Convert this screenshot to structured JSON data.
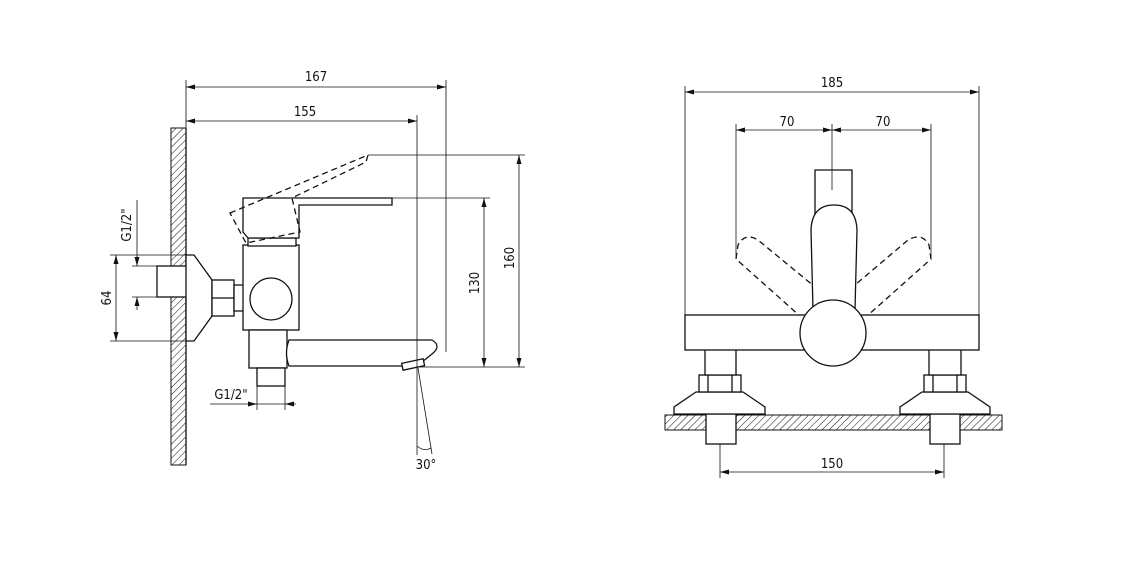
{
  "side_view": {
    "dim_overall_length": "167",
    "dim_spout_length": "155",
    "dim_height_lever_raised": "160",
    "dim_height_lever": "130",
    "dim_inlet_height": "64",
    "dim_inlet_thread": "G1/2\"",
    "dim_outlet_thread": "G1/2\"",
    "dim_spout_angle": "30°"
  },
  "front_view": {
    "dim_overall_width": "185",
    "dim_left_swing": "70",
    "dim_right_swing": "70",
    "dim_inlet_spacing": "150"
  },
  "colors": {
    "line": "#111111",
    "background": "#ffffff"
  }
}
